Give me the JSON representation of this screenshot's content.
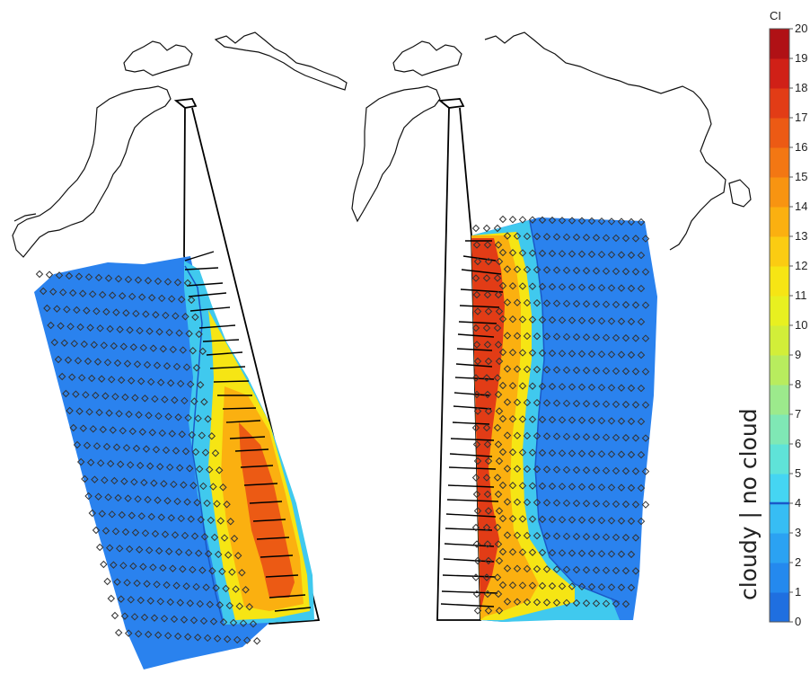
{
  "colorbar": {
    "title": "CI",
    "min": 0,
    "max": 20,
    "ticks": [
      "0",
      "1",
      "2",
      "3",
      "4",
      "5",
      "6",
      "7",
      "8",
      "9",
      "10",
      "11",
      "12",
      "13",
      "14",
      "15",
      "16",
      "17",
      "18",
      "19",
      "20"
    ],
    "colors": [
      "#1f6fe0",
      "#2489ee",
      "#2ba2f2",
      "#37bdf4",
      "#45d5f2",
      "#5fe3d8",
      "#7fe8b5",
      "#9cea8c",
      "#b8ec5e",
      "#d2ee39",
      "#e8f020",
      "#f6e514",
      "#fbcc12",
      "#fbb010",
      "#f89411",
      "#f37713",
      "#ec5a14",
      "#e23c16",
      "#d02017",
      "#b01115"
    ],
    "threshold": 4,
    "threshold_color": "#1a58c8",
    "side_label": "cloudy | no cloud"
  },
  "panels": [
    {
      "name": "left",
      "field_colors": {
        "low": "#2a82ee",
        "edge": "#40c9ee",
        "mid": "#f6e514",
        "high": "#fbb010",
        "peak": "#ec5a14"
      }
    },
    {
      "name": "right",
      "field_colors": {
        "low": "#2a82ee",
        "edge": "#40c9ee",
        "mid": "#f6e514",
        "high": "#fbb010",
        "peak": "#e23c16"
      }
    }
  ],
  "map_style": {
    "coast_color": "#111111",
    "marker_color": "#333333",
    "track_color": "#000000"
  }
}
